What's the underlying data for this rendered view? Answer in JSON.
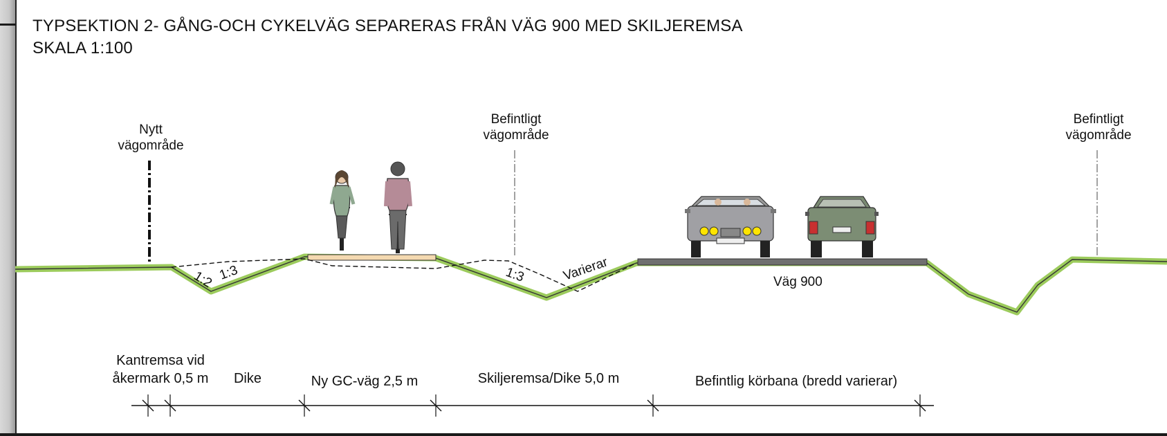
{
  "title": {
    "line1": "TYPSEKTION 2- GÅNG-OCH CYKELVÄG SEPARERAS FRÅN VÄG 900 MED SKILJEREMSA",
    "line2": "SKALA 1:100"
  },
  "boundaries": {
    "new_area": {
      "line1": "Nytt",
      "line2": "vägområde"
    },
    "existing_area_1": {
      "line1": "Befintligt",
      "line2": "vägområde"
    },
    "existing_area_2": {
      "line1": "Befintligt",
      "line2": "vägområde"
    }
  },
  "slopes": {
    "ditch1_left": "1:2",
    "ditch1_right": "1:3",
    "ditch2_left": "1:3",
    "ditch2_right": "Varierar"
  },
  "road_label": "Väg 900",
  "dimensions": {
    "verge_line1": "Kantremsa vid",
    "verge_line2": "åkermark 0,5 m",
    "ditch": "Dike",
    "gc_path": "Ny GC-väg 2,5 m",
    "separator": "Skiljeremsa/Dike 5,0 m",
    "carriageway": "Befintlig körbana (bredd varierar)"
  },
  "colors": {
    "grass": "#9ccb5c",
    "asphalt": "#6f6f6f",
    "path": "#f4d9b0",
    "line": "#111111"
  }
}
